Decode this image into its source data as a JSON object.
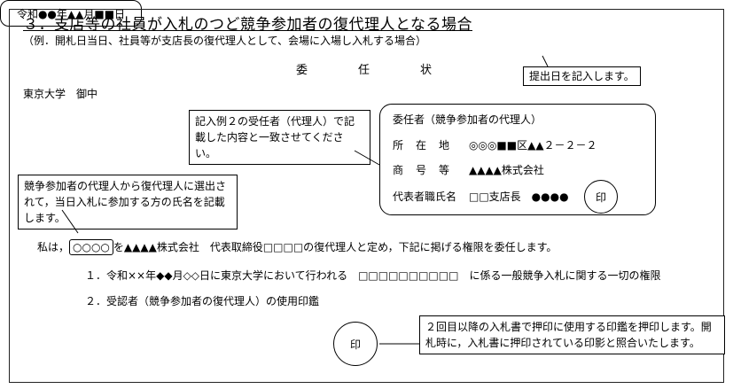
{
  "heading": "３．支店等の社員が入札のつど競争参加者の復代理人となる場合",
  "subheading": "（例．開札日当日、社員等が支店長の復代理人として、会場に入場し入札する場合）",
  "document_title": "委　任　状",
  "addressee": "東京大学　御中",
  "date": {
    "value": "令和●●年▲▲月■■日",
    "note": "提出日を記入します。"
  },
  "callouts": {
    "representative": "記入例２の受任者（代理人）で記載した内容と一致させてください。",
    "bidder": "競争参加者の代理人から復代理人に選出されて，当日入札に参加する方の氏名を記載します。",
    "seal": "２回目以降の入札書で押印に使用する印鑑を押印します。開札時に，入札書に押印されている印影と照合いたします。"
  },
  "principal": {
    "heading": "委任者（競争参加者の代理人）",
    "address_label": "所在地",
    "address_value": "◎◎◎■■区▲▲２－２－２",
    "company_label": "商号等",
    "company_value": "▲▲▲▲株式会社",
    "rep_label": "代表者職氏名",
    "rep_value": "□□支店長　●●●●",
    "seal": "印"
  },
  "delegation": {
    "prefix": "私は，",
    "agent_name": "○○○○",
    "text": "を▲▲▲▲株式会社　代表取締役□□□□の復代理人と定め，下記に掲げる権限を委任します。"
  },
  "authorities": [
    "１．令和××年◆◆月◇◇日に東京大学において行われる　□□□□□□□□□□　に係る一般競争入札に関する一切の権限",
    "２．受認者（競争参加者の復代理人）の使用印鑑"
  ],
  "seal_stamp": "印"
}
